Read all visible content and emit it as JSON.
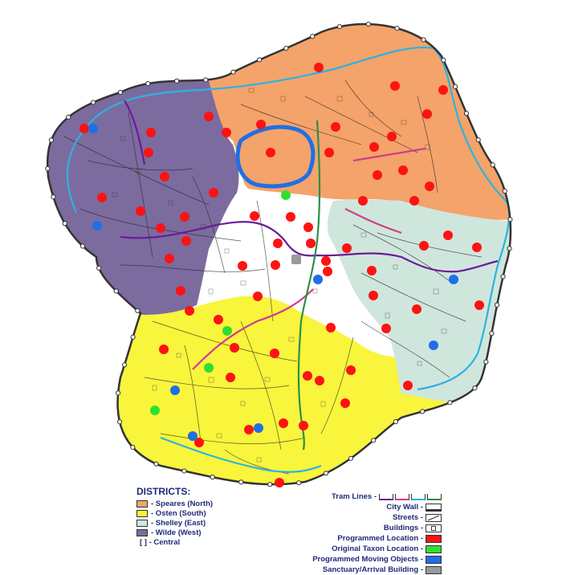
{
  "colors": {
    "north": "#f4a36a",
    "south": "#f8f53c",
    "east": "#cfe6dd",
    "west": "#7c6b9e",
    "central": "#ffffff",
    "programmed": "#ff1212",
    "taxon": "#2ee02e",
    "moving": "#1f6fe6",
    "sanctuary": "#9a9a9a",
    "wall": "#333333",
    "tram_purple": "#6b1b9a",
    "tram_pink": "#d23c8a",
    "tram_cyan": "#2bb3e0",
    "tram_green": "#2b8f4a"
  },
  "legend": {
    "districts_title": "DISTRICTS:",
    "districts": [
      {
        "key": "north",
        "label": "- Speares (North)"
      },
      {
        "key": "south",
        "label": "- Osten (South)"
      },
      {
        "key": "east",
        "label": "- Shelley (East)"
      },
      {
        "key": "west",
        "label": "- Wilde (West)"
      },
      {
        "key": "central",
        "label": "[   ] - Central"
      }
    ],
    "keys": {
      "tram": "Tram Lines -",
      "wall": "City Wall -",
      "streets": "Streets -",
      "buildings": "Buildings -",
      "programmed": "Programmed Location -",
      "taxon": "Original Taxon Location -",
      "moving": "Programmed Moving Objects -",
      "sanctuary": "Sanctuary/Arrival Building -"
    }
  },
  "markers": {
    "programmed": [
      [
        397,
        84
      ],
      [
        492,
        107
      ],
      [
        532,
        142
      ],
      [
        552,
        112
      ],
      [
        418,
        158
      ],
      [
        488,
        170
      ],
      [
        466,
        183
      ],
      [
        260,
        145
      ],
      [
        282,
        165
      ],
      [
        188,
        165
      ],
      [
        105,
        160
      ],
      [
        185,
        190
      ],
      [
        205,
        220
      ],
      [
        337,
        190
      ],
      [
        325,
        155
      ],
      [
        410,
        190
      ],
      [
        470,
        218
      ],
      [
        502,
        212
      ],
      [
        535,
        232
      ],
      [
        452,
        250
      ],
      [
        516,
        250
      ],
      [
        127,
        246
      ],
      [
        175,
        263
      ],
      [
        266,
        240
      ],
      [
        230,
        270
      ],
      [
        200,
        284
      ],
      [
        232,
        300
      ],
      [
        317,
        269
      ],
      [
        362,
        270
      ],
      [
        384,
        283
      ],
      [
        346,
        303
      ],
      [
        387,
        303
      ],
      [
        343,
        330
      ],
      [
        406,
        325
      ],
      [
        432,
        309
      ],
      [
        463,
        337
      ],
      [
        528,
        306
      ],
      [
        558,
        293
      ],
      [
        594,
        308
      ],
      [
        408,
        338
      ],
      [
        211,
        322
      ],
      [
        302,
        331
      ],
      [
        321,
        369
      ],
      [
        225,
        362
      ],
      [
        236,
        387
      ],
      [
        272,
        398
      ],
      [
        465,
        368
      ],
      [
        519,
        385
      ],
      [
        597,
        380
      ],
      [
        412,
        408
      ],
      [
        481,
        409
      ],
      [
        204,
        435
      ],
      [
        292,
        433
      ],
      [
        342,
        440
      ],
      [
        383,
        468
      ],
      [
        398,
        474
      ],
      [
        437,
        461
      ],
      [
        287,
        470
      ],
      [
        508,
        480
      ],
      [
        430,
        502
      ],
      [
        353,
        527
      ],
      [
        310,
        535
      ],
      [
        378,
        530
      ],
      [
        248,
        551
      ],
      [
        348,
        601
      ]
    ],
    "taxon": [
      [
        356,
        243
      ],
      [
        283,
        412
      ],
      [
        260,
        458
      ],
      [
        193,
        511
      ]
    ],
    "moving": [
      [
        116,
        160
      ],
      [
        121,
        281
      ],
      [
        396,
        348
      ],
      [
        565,
        348
      ],
      [
        540,
        430
      ],
      [
        218,
        486
      ],
      [
        240,
        543
      ],
      [
        322,
        533
      ]
    ],
    "sanctuary": [
      [
        369,
        323
      ]
    ]
  }
}
